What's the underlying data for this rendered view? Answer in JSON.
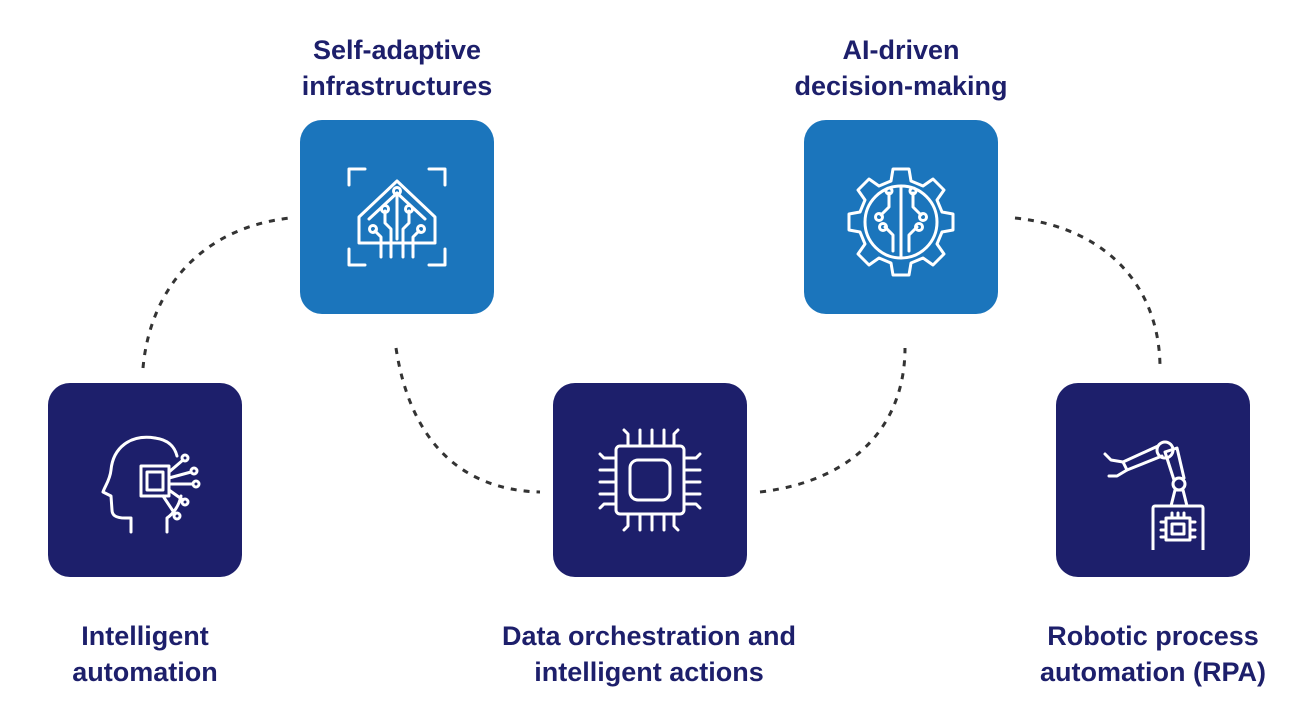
{
  "nodes": {
    "intelligent_automation": {
      "line1": "Intelligent",
      "line2": "automation",
      "icon": "head-circuit-icon"
    },
    "self_adaptive": {
      "line1": "Self-adaptive",
      "line2": "infrastructures",
      "icon": "adaptive-house-circuit-icon"
    },
    "data_orchestration": {
      "line1": "Data orchestration and",
      "line2": "intelligent actions",
      "icon": "microchip-icon"
    },
    "ai_decision": {
      "line1": "AI-driven",
      "line2": "decision-making",
      "icon": "gear-circuit-icon"
    },
    "rpa": {
      "line1": "Robotic process",
      "line2": "automation (RPA)",
      "icon": "robotic-arm-icon"
    }
  },
  "colors": {
    "tile_light": "#1b75bc",
    "tile_dark": "#1d1f6b",
    "text": "#1d1f6b",
    "connector": "#333333"
  }
}
